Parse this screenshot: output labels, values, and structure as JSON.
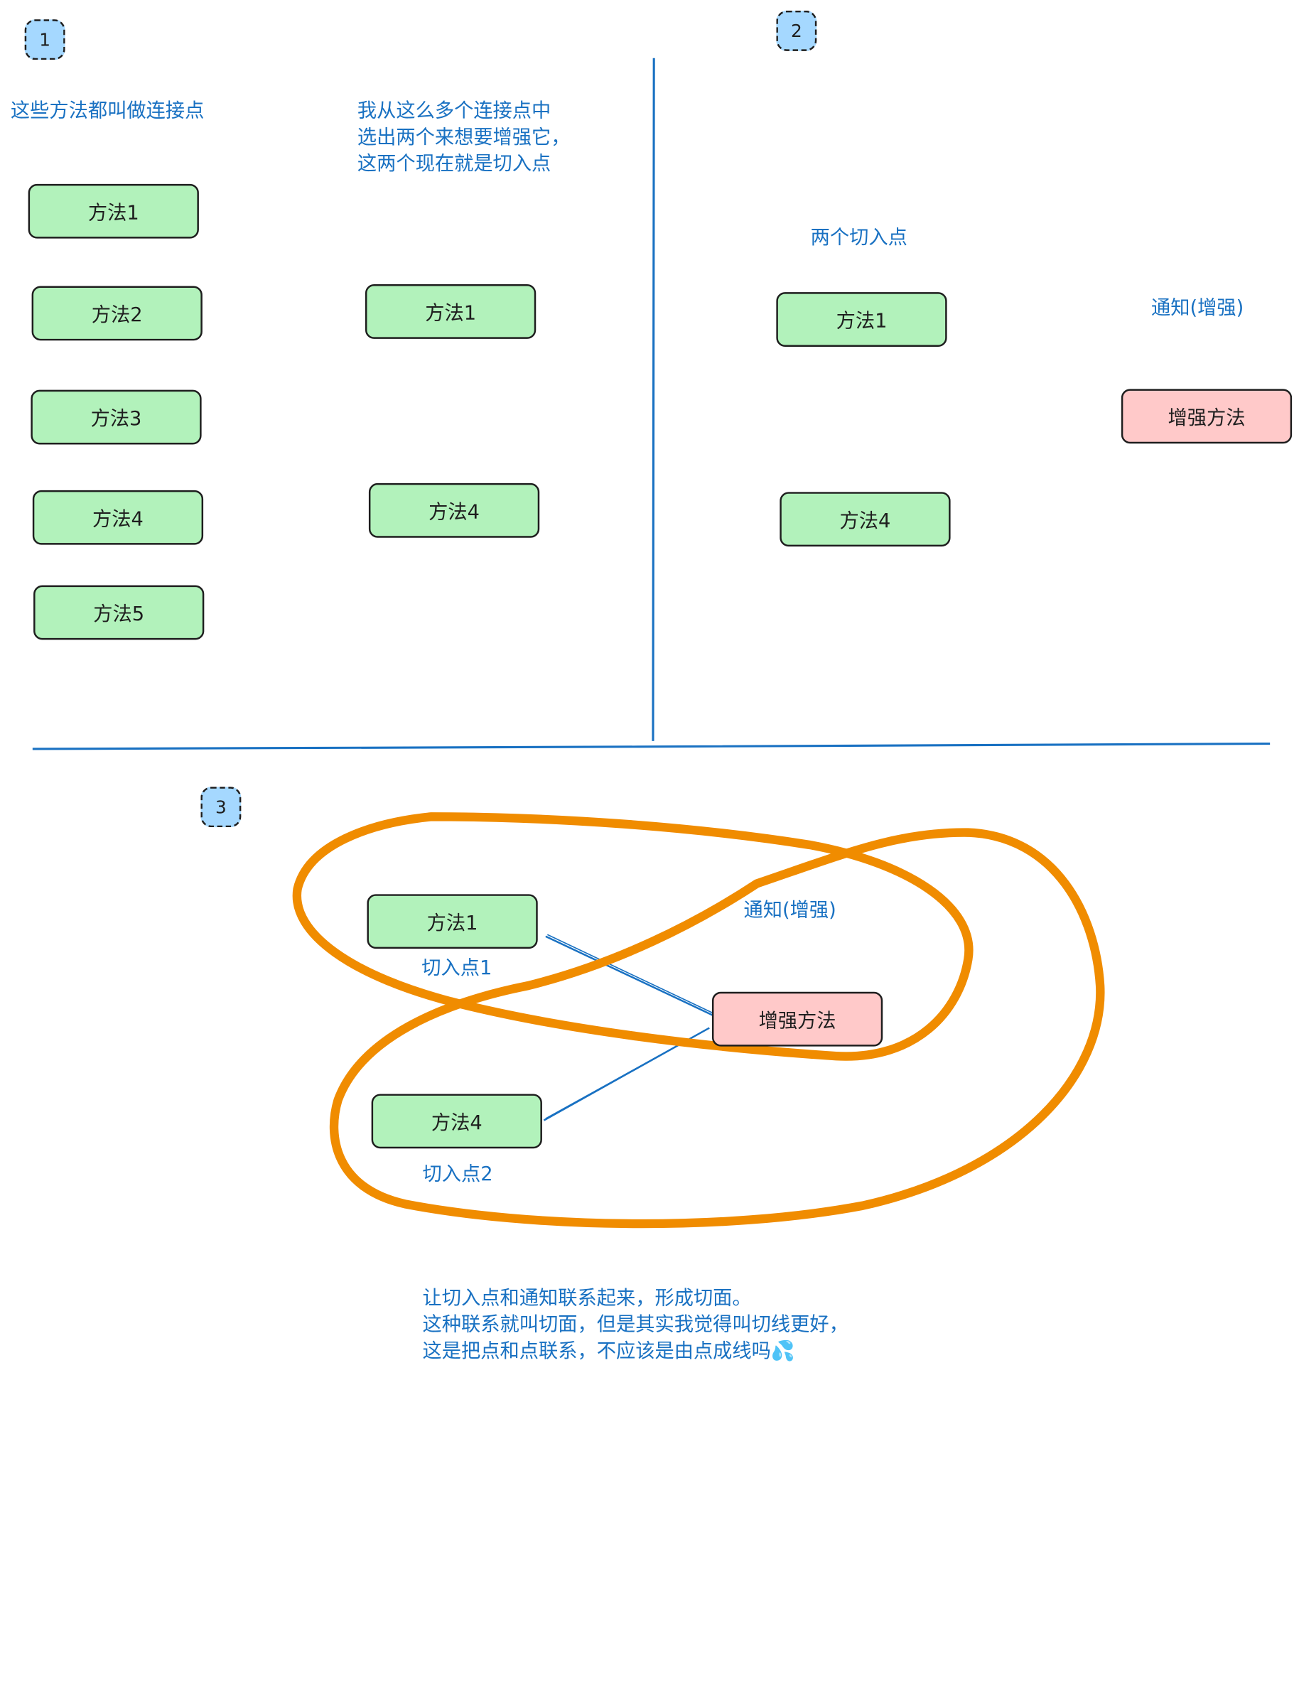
{
  "badges": {
    "b1": "1",
    "b2": "2",
    "b3": "3"
  },
  "panel1": {
    "caption": "这些方法都叫做连接点",
    "methods": [
      "方法1",
      "方法2",
      "方法3",
      "方法4",
      "方法5"
    ]
  },
  "panel1b": {
    "caption": "我从这么多个连接点中\n选出两个来想要增强它，\n这两个现在就是切入点",
    "methods": [
      "方法1",
      "方法4"
    ]
  },
  "panel2": {
    "caption": "两个切入点",
    "advice_label": "通知(增强)",
    "methods": [
      "方法1",
      "方法4"
    ],
    "enhance": "增强方法"
  },
  "panel3": {
    "methods": [
      "方法1",
      "方法4"
    ],
    "pointcut_labels": [
      "切入点1",
      "切入点2"
    ],
    "advice_label": "通知(增强)",
    "enhance": "增强方法",
    "explanation": "让切入点和通知联系起来，形成切面。\n这种联系就叫切面，但是其实我觉得叫切线更好，\n这是把点和点联系，不应该是由点成线吗💦"
  },
  "colors": {
    "method_fill": "#b2f2bb",
    "enhance_fill": "#ffc9c9",
    "badge_fill": "#a5d8ff",
    "text_blue": "#1971c2",
    "aspect_stroke": "#f08c00"
  }
}
